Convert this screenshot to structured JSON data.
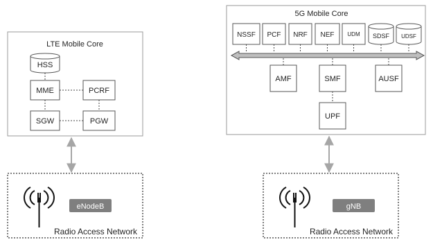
{
  "lte": {
    "title": "LTE Mobile Core",
    "nodes": {
      "hss": "HSS",
      "mme": "MME",
      "pcrf": "PCRF",
      "sgw": "SGW",
      "pgw": "PGW"
    }
  },
  "core5g": {
    "title": "5G Mobile Core",
    "top_nodes": {
      "nssf": "NSSF",
      "pcf": "PCF",
      "nrf": "NRF",
      "nef": "NEF",
      "udm": "UDM",
      "sdsf": "SDSF",
      "udsf": "UDSF"
    },
    "bottom_nodes": {
      "amf": "AMF",
      "smf": "SMF",
      "upf": "UPF",
      "ausf": "AUSF"
    }
  },
  "ran_left": {
    "base_station": "eNodeB",
    "label": "Radio Access Network"
  },
  "ran_right": {
    "base_station": "gNB",
    "label": "Radio Access Network"
  },
  "colors": {
    "box_border": "#8a8a8a",
    "arrow": "#a6a6a6",
    "bus_fill": "#bfbfbf",
    "station_fill": "#7f7f7f"
  }
}
